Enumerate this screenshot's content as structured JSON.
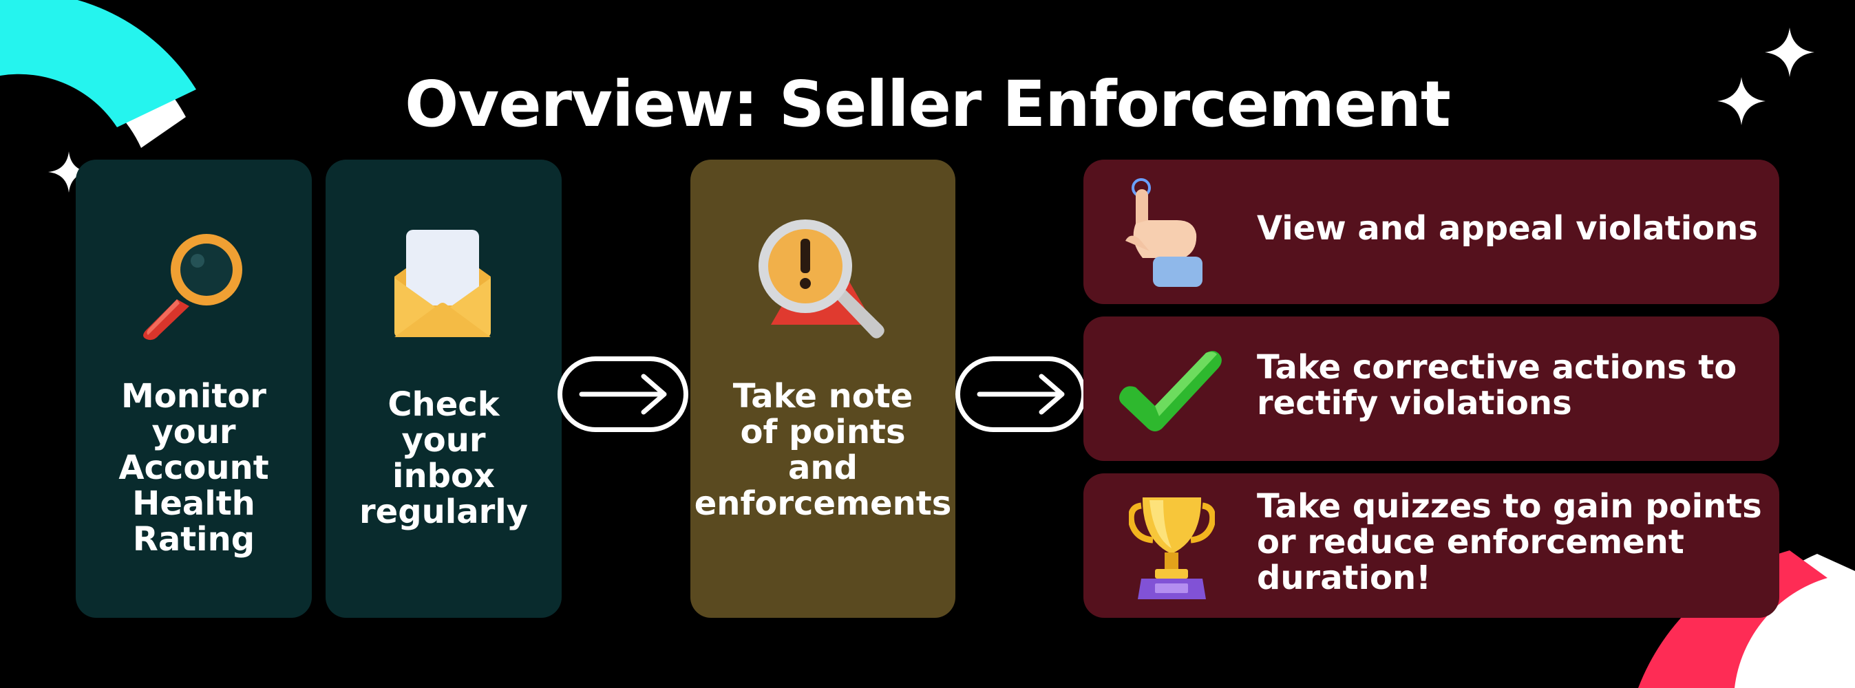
{
  "title": "Overview: Seller Enforcement",
  "colors": {
    "background": "#000000",
    "teal_card": "#092b2d",
    "olive_card": "#5a4a20",
    "maroon_card": "#55111d",
    "cyan_accent": "#25f4ee",
    "red_accent": "#fe2c55"
  },
  "steps": [
    {
      "icon": "magnifier-icon",
      "lines": [
        "Monitor",
        "your",
        "Account",
        "Health",
        "Rating"
      ]
    },
    {
      "icon": "envelope-icon",
      "lines": [
        "Check",
        "your",
        "inbox",
        "regularly"
      ]
    },
    {
      "icon": "warning-magnifier-icon",
      "lines": [
        "Take note",
        "of points",
        "and",
        "enforcements"
      ]
    }
  ],
  "actions": [
    {
      "icon": "pointing-hand-icon",
      "lines": [
        "View and appeal violations"
      ]
    },
    {
      "icon": "checkmark-icon",
      "lines": [
        "Take corrective actions to",
        "rectify violations"
      ]
    },
    {
      "icon": "trophy-icon",
      "lines": [
        "Take quizzes to gain points",
        "or reduce enforcement",
        "duration!"
      ]
    }
  ]
}
